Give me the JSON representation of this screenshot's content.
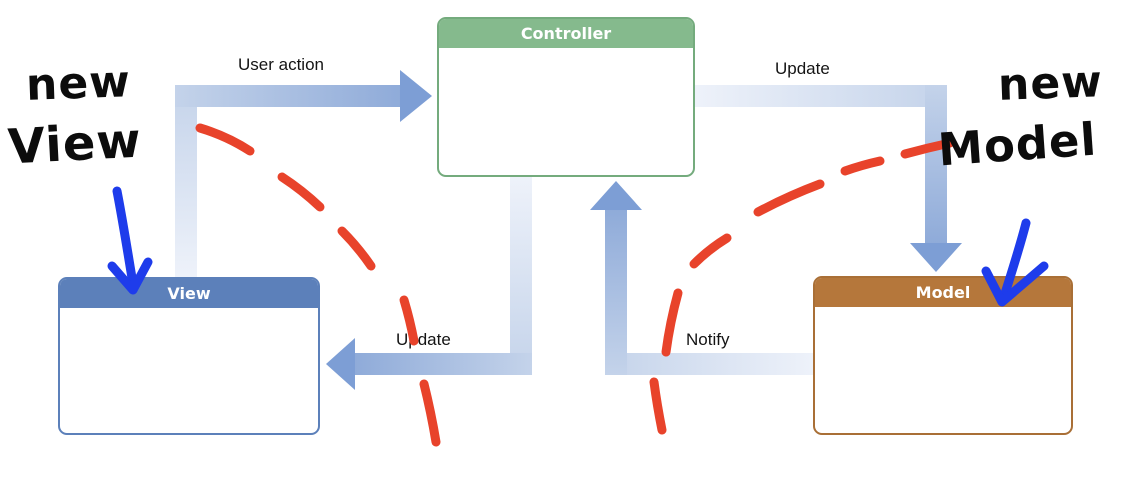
{
  "diagram": {
    "title": "MVC pattern flow diagram with handwritten annotations",
    "boxes": {
      "controller": {
        "title": "Controller",
        "header_color": "#85ba8d",
        "border_color": "#74ab7d"
      },
      "view": {
        "title": "View",
        "header_color": "#5c80ba",
        "border_color": "#5c80ba"
      },
      "model": {
        "title": "Model",
        "header_color": "#b5773b",
        "border_color": "#a96f36"
      }
    },
    "arrows": {
      "user_action": {
        "label": "User action",
        "from": "View",
        "to": "Controller"
      },
      "update_model": {
        "label": "Update",
        "from": "Controller",
        "to": "Model"
      },
      "update_view": {
        "label": "Update",
        "from": "Controller",
        "to": "View"
      },
      "notify": {
        "label": "Notify",
        "from": "Model",
        "to": "Controller"
      }
    },
    "arrow_style": {
      "shaft_light": "#eef2fa",
      "shaft_mid": "#c4d3ea",
      "shaft_dark": "#8fabd9",
      "head": "#7d9ed5"
    },
    "annotations": {
      "new_view": {
        "line1": "new",
        "line2": "View"
      },
      "new_model": {
        "line1": "new",
        "line2": "Model"
      },
      "marker_red": "#e8432b",
      "marker_blue": "#1e3ceb",
      "marker_black": "#0c0c0c"
    }
  }
}
